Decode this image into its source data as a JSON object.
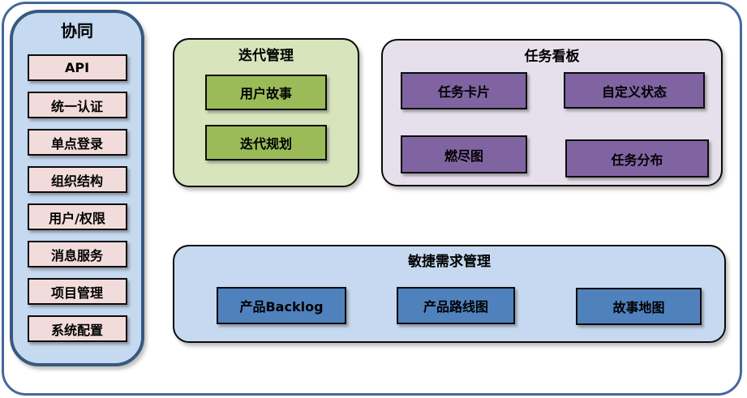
{
  "diagram": {
    "sidebar": {
      "title": "协同",
      "items": [
        "API",
        "统一认证",
        "单点登录",
        "组织结构",
        "用户/权限",
        "消息服务",
        "项目管理",
        "系统配置"
      ]
    },
    "iteration": {
      "title": "迭代管理",
      "items": [
        "用户故事",
        "迭代规划"
      ]
    },
    "kanban": {
      "title": "任务看板",
      "items": [
        "任务卡片",
        "自定义状态",
        "燃尽图",
        "任务分布"
      ]
    },
    "requirements": {
      "title": "敏捷需求管理",
      "items": [
        "产品Backlog",
        "产品路线图",
        "故事地图"
      ]
    },
    "colors": {
      "frame_border": "#44689D",
      "sidebar_bg": "#C5D9F1",
      "sidebar_border": "#38597F",
      "sidebar_item_bg": "#F2DCDB",
      "iteration_bg": "#D7E4BC",
      "iteration_item_bg": "#9BBB59",
      "kanban_bg": "#E6E0EC",
      "kanban_item_bg": "#8064A2",
      "requirements_bg": "#C6D9F0",
      "requirements_item_bg": "#4F81BD",
      "shape_border": "#0B0B0B"
    }
  }
}
